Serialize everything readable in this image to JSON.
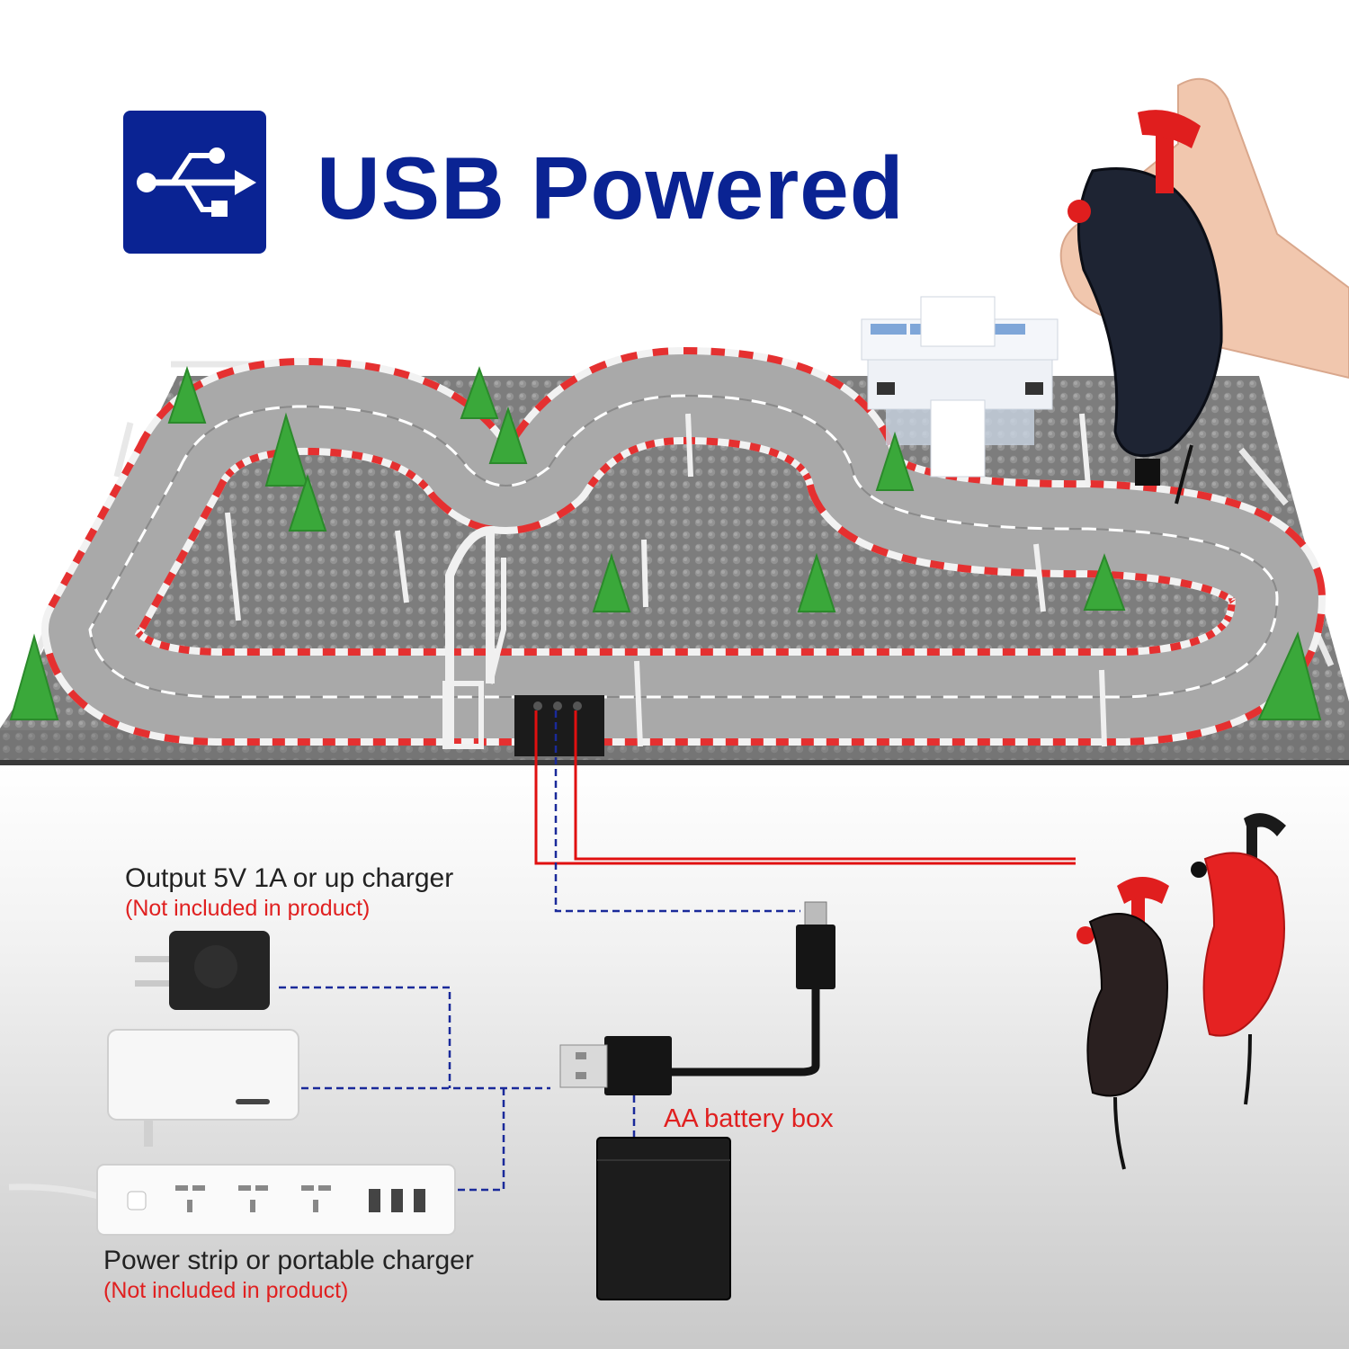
{
  "header": {
    "title": "USB Powered",
    "icon": "usb-icon"
  },
  "labels": {
    "charger_title": "Output 5V 1A or up charger",
    "charger_note": "(Not included in product)",
    "strip_title": "Power strip or portable charger",
    "strip_note": "(Not included in product)",
    "battery_box": "AA battery box"
  },
  "colors": {
    "brand_blue": "#0a2393",
    "note_red": "#e02020",
    "wire_red": "#e01010",
    "wire_blue": "#1a2a9a"
  }
}
